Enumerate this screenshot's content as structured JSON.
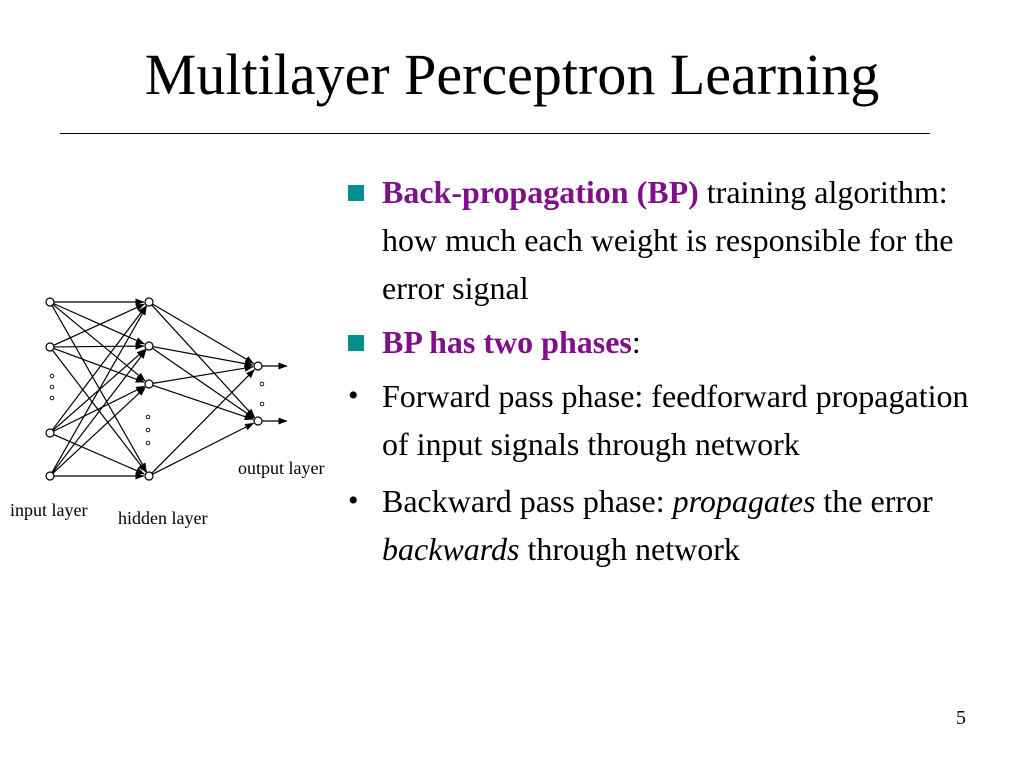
{
  "slide": {
    "title": "Multilayer Perceptron Learning",
    "page_number": "5"
  },
  "diagram": {
    "input_label": "input layer",
    "hidden_label": "hidden layer",
    "output_label": "output layer"
  },
  "bullets": [
    {
      "marker": "square",
      "accent": "Back-propagation (BP)",
      "text": " training algorithm: how much each weight is responsible for the error signal"
    },
    {
      "marker": "square",
      "accent": "BP has two phases",
      "text": ":"
    },
    {
      "marker": "dot",
      "text": "Forward pass phase: feedforward propagation of input signals through network"
    },
    {
      "marker": "dot",
      "text_a": "Backward pass phase:  ",
      "em_a": "propagates",
      "text_b": " the error ",
      "em_b": "backwards",
      "text_c": " through network"
    }
  ],
  "colors": {
    "accent": "#80108a",
    "bullet_square": "#008f8f"
  }
}
